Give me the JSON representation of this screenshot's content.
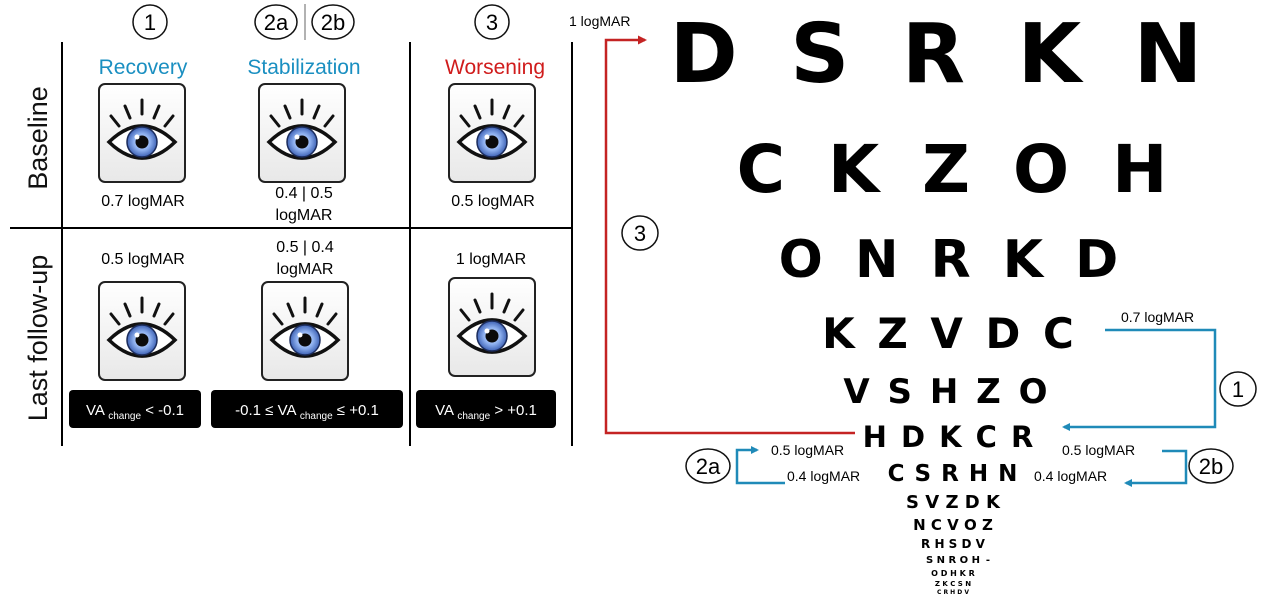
{
  "grid": {
    "headers": [
      {
        "num": "1",
        "label": "Recovery",
        "color": "#1a8fc1"
      },
      {
        "num": "2a",
        "num_b": "2b",
        "label": "Stabilization",
        "color": "#1a8fc1"
      },
      {
        "num": "3",
        "label": "Worsening",
        "color": "#d01c1c"
      }
    ],
    "rows": [
      "Baseline",
      "Last follow-up"
    ],
    "baseline_values": [
      {
        "lines": [
          "0.7 logMAR"
        ]
      },
      {
        "lines": [
          "0.4 | 0.5",
          "logMAR"
        ]
      },
      {
        "lines": [
          "0.5 logMAR"
        ]
      }
    ],
    "followup_values": [
      {
        "lines": [
          "0.5 logMAR"
        ]
      },
      {
        "lines": [
          "0.5 | 0.4",
          "logMAR"
        ]
      },
      {
        "lines": [
          "1 logMAR"
        ]
      }
    ],
    "criteria": [
      {
        "pre": "VA ",
        "sub": "change",
        "post": " < -0.1"
      },
      {
        "pre": "-0.1 ≤ VA ",
        "sub": "change",
        "post": " ≤ +0.1"
      },
      {
        "pre": "VA ",
        "sub": "change",
        "post": " > +0.1"
      }
    ]
  },
  "eye_chart": {
    "rows": [
      "D S R K N",
      "C K Z O H",
      "O N R K D",
      "K Z V D C",
      "V S H Z O",
      "H D K C R",
      "C S R H N",
      "S V Z D K",
      "N C V O Z",
      "R H S D V",
      "S N R O H",
      "O D H K R",
      "Z K C S N",
      "C R H D V"
    ],
    "stray_mark": "-"
  },
  "annotations": {
    "top_label": "1 logMAR",
    "row4_right": "0.7 logMAR",
    "row6_left": "0.5 logMAR",
    "row6_right": "0.5 logMAR",
    "row7_left": "0.4 logMAR",
    "row7_right": "0.4 logMAR",
    "marker_3": "3",
    "marker_1": "1",
    "marker_2a": "2a",
    "marker_2b": "2b",
    "red_color": "#c42323",
    "blue_color": "#1f8ab8"
  }
}
